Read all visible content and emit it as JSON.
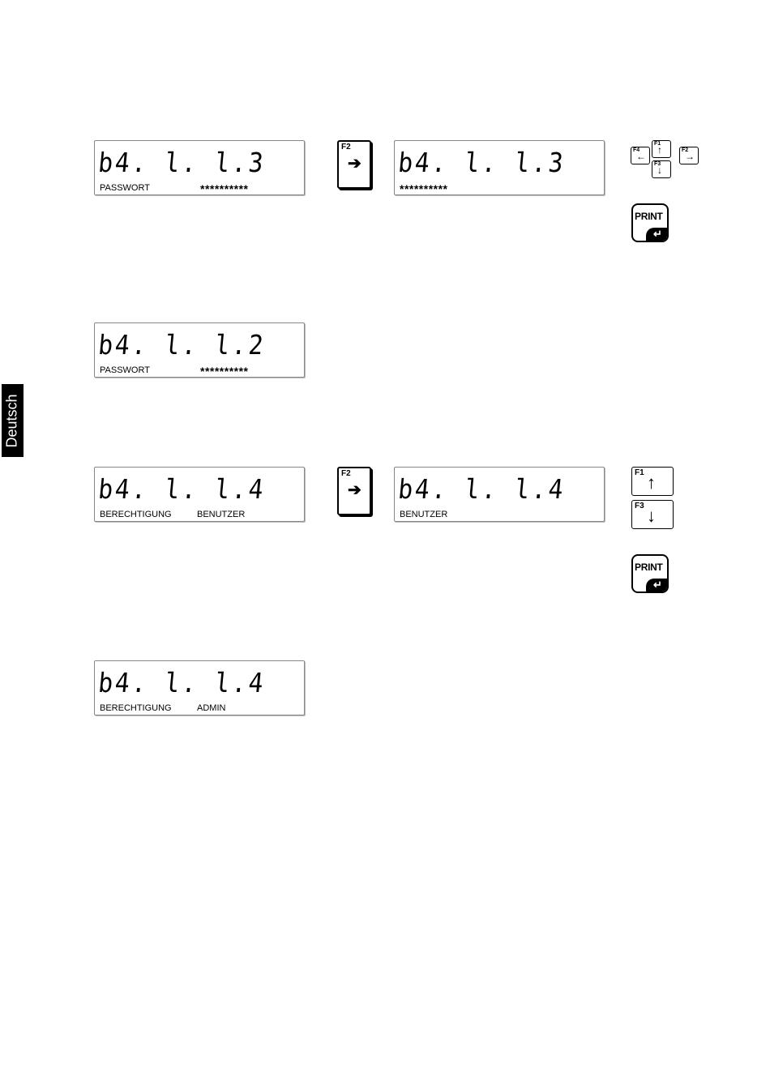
{
  "side_tab": "Deutsch",
  "sec1": {
    "d1": {
      "code": "b4. l. l.3",
      "label": "PASSWORT",
      "stars": "**********"
    },
    "f2_label": "F2",
    "f2_arrow": "➔",
    "d2": {
      "code": "b4. l. l.3",
      "stars": "**********"
    },
    "nav": {
      "f1": "F1",
      "f2": "F2",
      "f3": "F3",
      "f4": "F4",
      "up": "↑",
      "down": "↓",
      "left": "←",
      "right": "→"
    },
    "print": "PRINT",
    "enter": "↵",
    "d3": {
      "code": "b4. l. l.2",
      "label": "PASSWORT",
      "stars": "**********"
    }
  },
  "sec2": {
    "d1": {
      "code": "b4. l. l.4",
      "label": "BERECHTIGUNG",
      "value": "BENUTZER"
    },
    "f2_label": "F2",
    "f2_arrow": "➔",
    "d2": {
      "code": "b4. l. l.4",
      "label": "BENUTZER"
    },
    "f1": "F1",
    "up": "↑",
    "f3": "F3",
    "down": "↓",
    "print": "PRINT",
    "enter": "↵",
    "d3": {
      "code": "b4. l. l.4",
      "label": "BERECHTIGUNG",
      "value": "ADMIN"
    }
  }
}
